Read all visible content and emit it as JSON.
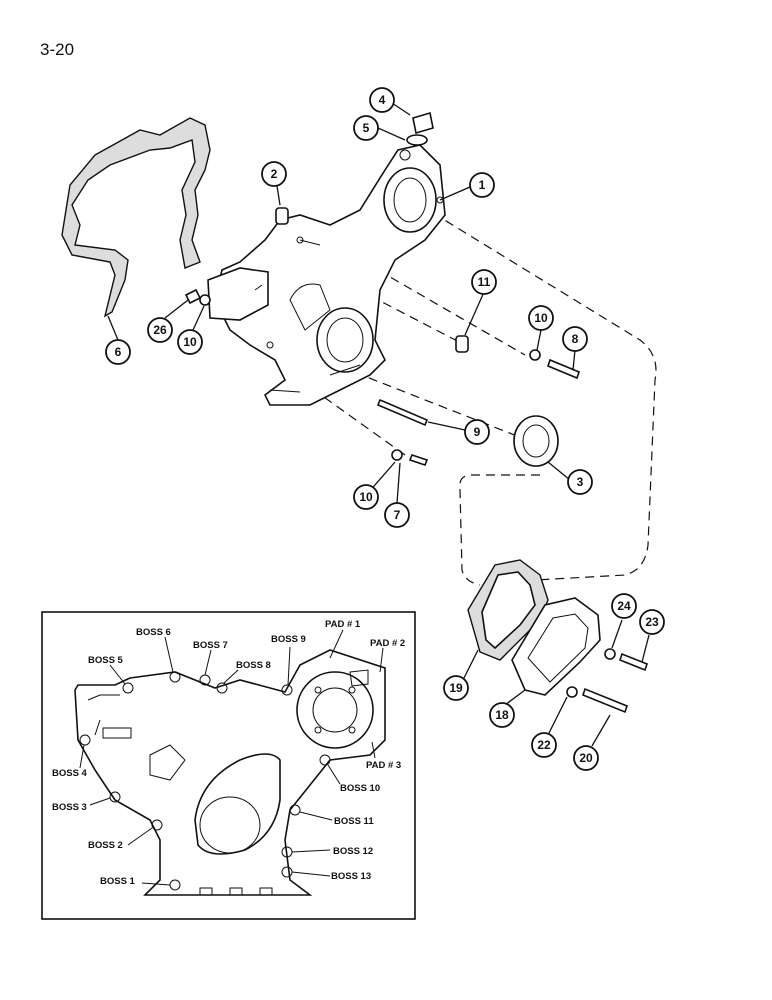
{
  "page": {
    "number": "3-20"
  },
  "callouts": [
    {
      "id": "c1",
      "label": "1"
    },
    {
      "id": "c2",
      "label": "2"
    },
    {
      "id": "c3",
      "label": "3"
    },
    {
      "id": "c4",
      "label": "4"
    },
    {
      "id": "c5",
      "label": "5"
    },
    {
      "id": "c6",
      "label": "6"
    },
    {
      "id": "c7",
      "label": "7"
    },
    {
      "id": "c8",
      "label": "8"
    },
    {
      "id": "c9",
      "label": "9"
    },
    {
      "id": "c10a",
      "label": "10"
    },
    {
      "id": "c10b",
      "label": "10"
    },
    {
      "id": "c10c",
      "label": "10"
    },
    {
      "id": "c11",
      "label": "11"
    },
    {
      "id": "c18",
      "label": "18"
    },
    {
      "id": "c19",
      "label": "19"
    },
    {
      "id": "c20",
      "label": "20"
    },
    {
      "id": "c22",
      "label": "22"
    },
    {
      "id": "c23",
      "label": "23"
    },
    {
      "id": "c24",
      "label": "24"
    },
    {
      "id": "c26",
      "label": "26"
    }
  ],
  "inset": {
    "labels": [
      {
        "id": "boss1",
        "text": "BOSS 1"
      },
      {
        "id": "boss2",
        "text": "BOSS 2"
      },
      {
        "id": "boss3",
        "text": "BOSS 3"
      },
      {
        "id": "boss4",
        "text": "BOSS 4"
      },
      {
        "id": "boss5",
        "text": "BOSS 5"
      },
      {
        "id": "boss6",
        "text": "BOSS 6"
      },
      {
        "id": "boss7",
        "text": "BOSS 7"
      },
      {
        "id": "boss8",
        "text": "BOSS 8"
      },
      {
        "id": "boss9",
        "text": "BOSS 9"
      },
      {
        "id": "boss10",
        "text": "BOSS 10"
      },
      {
        "id": "boss11",
        "text": "BOSS 11"
      },
      {
        "id": "boss12",
        "text": "BOSS 12"
      },
      {
        "id": "boss13",
        "text": "BOSS 13"
      },
      {
        "id": "pad1",
        "text": "PAD # 1"
      },
      {
        "id": "pad2",
        "text": "PAD # 2"
      },
      {
        "id": "pad3",
        "text": "PAD # 3"
      }
    ]
  }
}
